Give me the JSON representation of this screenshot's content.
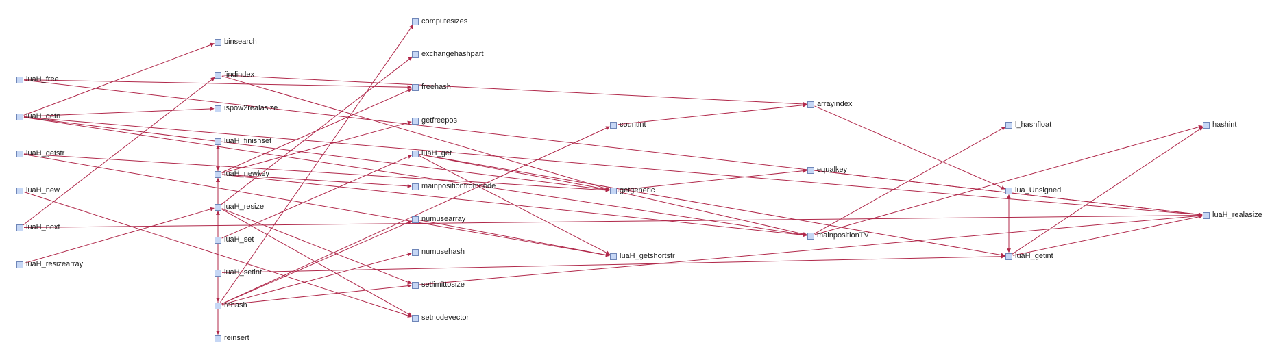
{
  "colors": {
    "edge": "#b0284a",
    "node_fill": "#c6d7f5",
    "node_border": "#6f86b8"
  },
  "nodes": [
    {
      "id": "luaH_free",
      "label": "luaH_free"
    },
    {
      "id": "luaH_getn",
      "label": "luaH_getn"
    },
    {
      "id": "luaH_getstr",
      "label": "luaH_getstr"
    },
    {
      "id": "luaH_new",
      "label": "luaH_new"
    },
    {
      "id": "luaH_next",
      "label": "luaH_next"
    },
    {
      "id": "luaH_resizearray",
      "label": "luaH_resizearray"
    },
    {
      "id": "binsearch",
      "label": "binsearch"
    },
    {
      "id": "findindex",
      "label": "findindex"
    },
    {
      "id": "ispow2realasize",
      "label": "ispow2realasize"
    },
    {
      "id": "luaH_finishset",
      "label": "luaH_finishset"
    },
    {
      "id": "luaH_newkey",
      "label": "luaH_newkey"
    },
    {
      "id": "luaH_resize",
      "label": "luaH_resize"
    },
    {
      "id": "luaH_set",
      "label": "luaH_set"
    },
    {
      "id": "luaH_setint",
      "label": "luaH_setint"
    },
    {
      "id": "rehash",
      "label": "rehash"
    },
    {
      "id": "reinsert",
      "label": "reinsert"
    },
    {
      "id": "computesizes",
      "label": "computesizes"
    },
    {
      "id": "exchangehashpart",
      "label": "exchangehashpart"
    },
    {
      "id": "freehash",
      "label": "freehash"
    },
    {
      "id": "getfreepos",
      "label": "getfreepos"
    },
    {
      "id": "luaH_get",
      "label": "luaH_get"
    },
    {
      "id": "mainpositionfromnode",
      "label": "mainpositionfromnode"
    },
    {
      "id": "numusearray",
      "label": "numusearray"
    },
    {
      "id": "numusehash",
      "label": "numusehash"
    },
    {
      "id": "setlimittosize",
      "label": "setlimittosize"
    },
    {
      "id": "setnodevector",
      "label": "setnodevector"
    },
    {
      "id": "countint",
      "label": "countint"
    },
    {
      "id": "getgeneric",
      "label": "getgeneric"
    },
    {
      "id": "luaH_getshortstr",
      "label": "luaH_getshortstr"
    },
    {
      "id": "arrayindex",
      "label": "arrayindex"
    },
    {
      "id": "equalkey",
      "label": "equalkey"
    },
    {
      "id": "mainpositionTV",
      "label": "mainpositionTV"
    },
    {
      "id": "l_hashfloat",
      "label": "l_hashfloat"
    },
    {
      "id": "lua_Unsigned",
      "label": "lua_Unsigned"
    },
    {
      "id": "luaH_getint",
      "label": "luaH_getint"
    },
    {
      "id": "hashint",
      "label": "hashint"
    },
    {
      "id": "luaH_realasize",
      "label": "luaH_realasize"
    }
  ],
  "edges": [
    [
      "luaH_free",
      "freehash"
    ],
    [
      "luaH_free",
      "luaH_realasize"
    ],
    [
      "luaH_getn",
      "binsearch"
    ],
    [
      "luaH_getn",
      "ispow2realasize"
    ],
    [
      "luaH_getn",
      "luaH_realasize"
    ],
    [
      "luaH_getn",
      "getgeneric"
    ],
    [
      "luaH_getn",
      "mainpositionTV"
    ],
    [
      "luaH_getstr",
      "getgeneric"
    ],
    [
      "luaH_getstr",
      "luaH_getshortstr"
    ],
    [
      "luaH_new",
      "setnodevector"
    ],
    [
      "luaH_next",
      "findindex"
    ],
    [
      "luaH_next",
      "luaH_realasize"
    ],
    [
      "luaH_resizearray",
      "luaH_resize"
    ],
    [
      "findindex",
      "arrayindex"
    ],
    [
      "findindex",
      "getgeneric"
    ],
    [
      "luaH_finishset",
      "luaH_newkey"
    ],
    [
      "luaH_newkey",
      "freehash"
    ],
    [
      "luaH_newkey",
      "getfreepos"
    ],
    [
      "luaH_newkey",
      "mainpositionfromnode"
    ],
    [
      "luaH_newkey",
      "mainpositionTV"
    ],
    [
      "luaH_newkey",
      "rehash"
    ],
    [
      "luaH_resize",
      "exchangehashpart"
    ],
    [
      "luaH_resize",
      "setlimittosize"
    ],
    [
      "luaH_resize",
      "setnodevector"
    ],
    [
      "luaH_resize",
      "reinsert"
    ],
    [
      "luaH_resize",
      "luaH_newkey"
    ],
    [
      "luaH_set",
      "luaH_get"
    ],
    [
      "luaH_set",
      "luaH_finishset"
    ],
    [
      "luaH_setint",
      "luaH_getint"
    ],
    [
      "luaH_setint",
      "luaH_newkey"
    ],
    [
      "rehash",
      "computesizes"
    ],
    [
      "rehash",
      "countint"
    ],
    [
      "rehash",
      "numusearray"
    ],
    [
      "rehash",
      "numusehash"
    ],
    [
      "rehash",
      "setlimittosize"
    ],
    [
      "rehash",
      "luaH_resize"
    ],
    [
      "luaH_get",
      "getgeneric"
    ],
    [
      "luaH_get",
      "luaH_getshortstr"
    ],
    [
      "luaH_get",
      "luaH_getint"
    ],
    [
      "numusearray",
      "luaH_getshortstr"
    ],
    [
      "countint",
      "arrayindex"
    ],
    [
      "getgeneric",
      "equalkey"
    ],
    [
      "getgeneric",
      "mainpositionTV"
    ],
    [
      "arrayindex",
      "lua_Unsigned"
    ],
    [
      "equalkey",
      "luaH_realasize"
    ],
    [
      "mainpositionTV",
      "l_hashfloat"
    ],
    [
      "mainpositionTV",
      "hashint"
    ],
    [
      "setlimittosize",
      "luaH_realasize"
    ],
    [
      "luaH_getint",
      "lua_Unsigned"
    ],
    [
      "luaH_getint",
      "hashint"
    ],
    [
      "luaH_getint",
      "luaH_realasize"
    ],
    [
      "lua_Unsigned",
      "luaH_getint"
    ]
  ]
}
